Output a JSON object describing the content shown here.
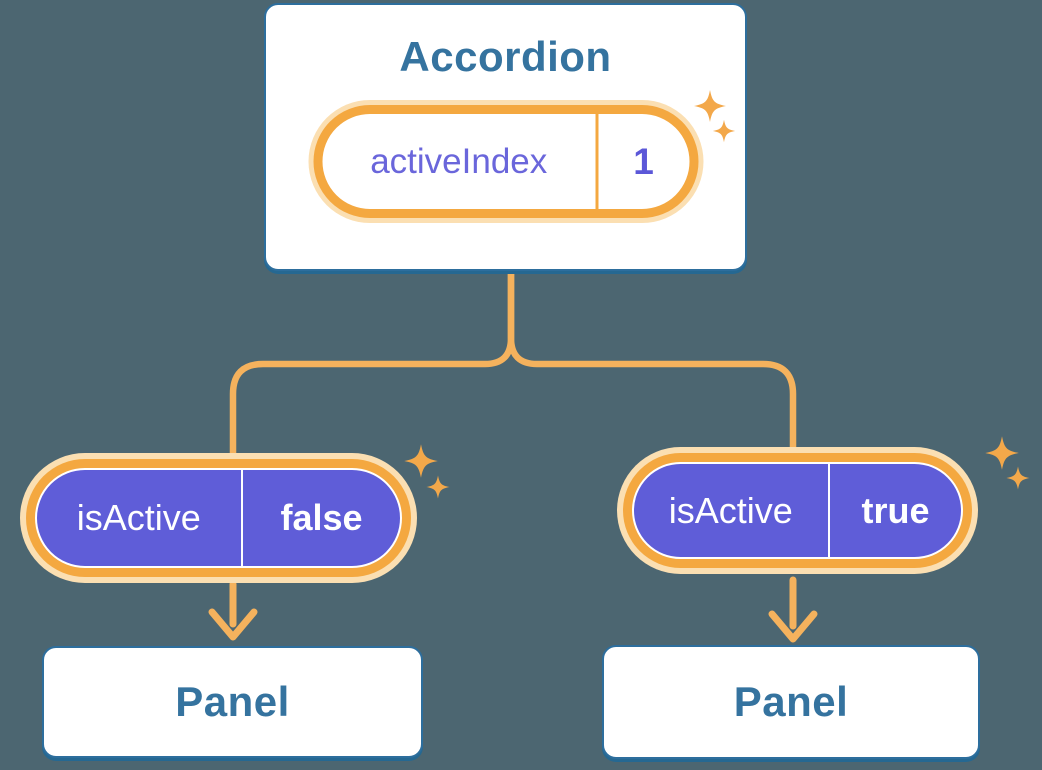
{
  "diagram": {
    "description": "Component tree diagram: Accordion with lifted state passing isActive prop to two Panels",
    "background_color": "#4c6671",
    "accordion": {
      "title": "Accordion",
      "state": {
        "name": "activeIndex",
        "value": "1"
      }
    },
    "children": [
      {
        "prop": {
          "name": "isActive",
          "value": "false"
        },
        "panel_title": "Panel"
      },
      {
        "prop": {
          "name": "isActive",
          "value": "true"
        },
        "panel_title": "Panel"
      }
    ],
    "icons": {
      "sparkle": "sparkle-icon",
      "arrow": "arrow-down-icon"
    },
    "colors": {
      "background": "#4c6671",
      "box_fill": "#ffffff",
      "box_border_blue": "#2d6e9d",
      "title_blue": "#35739f",
      "pill_ring_orange": "#f4a840",
      "pill_glow_peach": "#fbdfb2",
      "connector_orange": "#f5b25d",
      "sparkle_orange": "#f3a84a",
      "prop_pill_purple": "#5f5dd8",
      "state_name_purple": "#6a66db",
      "state_value_purple": "#5b57d8",
      "prop_text_white": "#ffffff"
    }
  }
}
